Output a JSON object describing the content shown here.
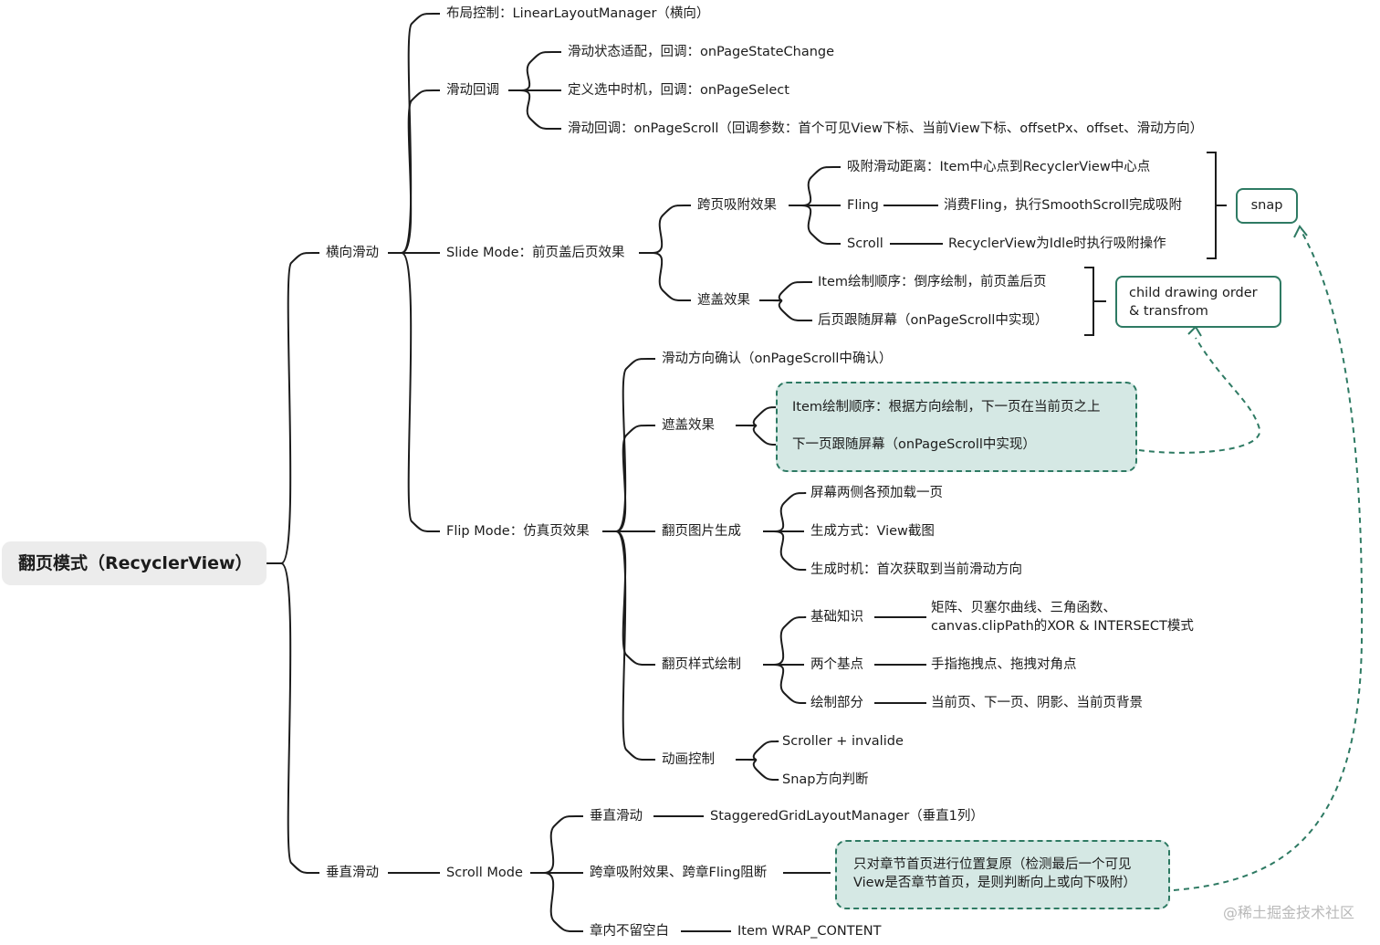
{
  "root": "翻页模式（RecyclerView）",
  "horizontal": {
    "label": "横向滑动",
    "layout": "布局控制：LinearLayoutManager（横向）",
    "callbacks": {
      "label": "滑动回调",
      "state": "滑动状态适配，回调：onPageStateChange",
      "select": "定义选中时机，回调：onPageSelect",
      "scroll": "滑动回调：onPageScroll（回调参数：首个可见View下标、当前View下标、offsetPx、offset、滑动方向）"
    },
    "slide": {
      "label": "Slide Mode：前页盖后页效果",
      "snap_group": {
        "label": "跨页吸附效果",
        "distance": "吸附滑动距离：Item中心点到RecyclerView中心点",
        "fling": "Fling",
        "fling_detail": "消费Fling，执行SmoothScroll完成吸附",
        "scroll": "Scroll",
        "scroll_detail": "RecyclerView为Idle时执行吸附操作"
      },
      "cover": {
        "label": "遮盖效果",
        "order": "Item绘制顺序：倒序绘制，前页盖后页",
        "follow": "后页跟随屏幕（onPageScroll中实现）"
      }
    },
    "flip": {
      "label": "Flip Mode：仿真页效果",
      "direction": "滑动方向确认（onPageScroll中确认）",
      "cover": {
        "label": "遮盖效果",
        "order": "Item绘制顺序：根据方向绘制，下一页在当前页之上",
        "follow": "下一页跟随屏幕（onPageScroll中实现）"
      },
      "image": {
        "label": "翻页图片生成",
        "preload": "屏幕两侧各预加载一页",
        "method": "生成方式：View截图",
        "timing": "生成时机：首次获取到当前滑动方向"
      },
      "style": {
        "label": "翻页样式绘制",
        "basics": "基础知识",
        "basics_detail_1": "矩阵、贝塞尔曲线、三角函数、",
        "basics_detail_2": "canvas.clipPath的XOR & INTERSECT模式",
        "points": "两个基点",
        "points_detail": "手指拖拽点、拖拽对角点",
        "parts": "绘制部分",
        "parts_detail": "当前页、下一页、阴影、当前页背景"
      },
      "anim": {
        "label": "动画控制",
        "scroller": "Scroller + invalide",
        "snap": "Snap方向判断"
      }
    }
  },
  "vertical": {
    "label": "垂直滑动",
    "scroll_mode": "Scroll Mode",
    "vscroll": "垂直滑动",
    "vscroll_detail": "StaggeredGridLayoutManager（垂直1列）",
    "chapter": "跨章吸附效果、跨章Fling阻断",
    "chapter_note_1": "只对章节首页进行位置复原（检测最后一个可见",
    "chapter_note_2": "View是否章节首页，是则判断向上或向下吸附）",
    "nogap": "章内不留空白",
    "nogap_detail": "Item WRAP_CONTENT"
  },
  "callouts": {
    "snap": "snap",
    "child_1": "child drawing order",
    "child_2": "& transfrom"
  },
  "watermark": "@稀土掘金技术社区",
  "colors": {
    "line": "#1c1c1c",
    "accent": "#2e7a63",
    "note_fill": "#d5e8e4",
    "root_fill": "#ececec"
  }
}
